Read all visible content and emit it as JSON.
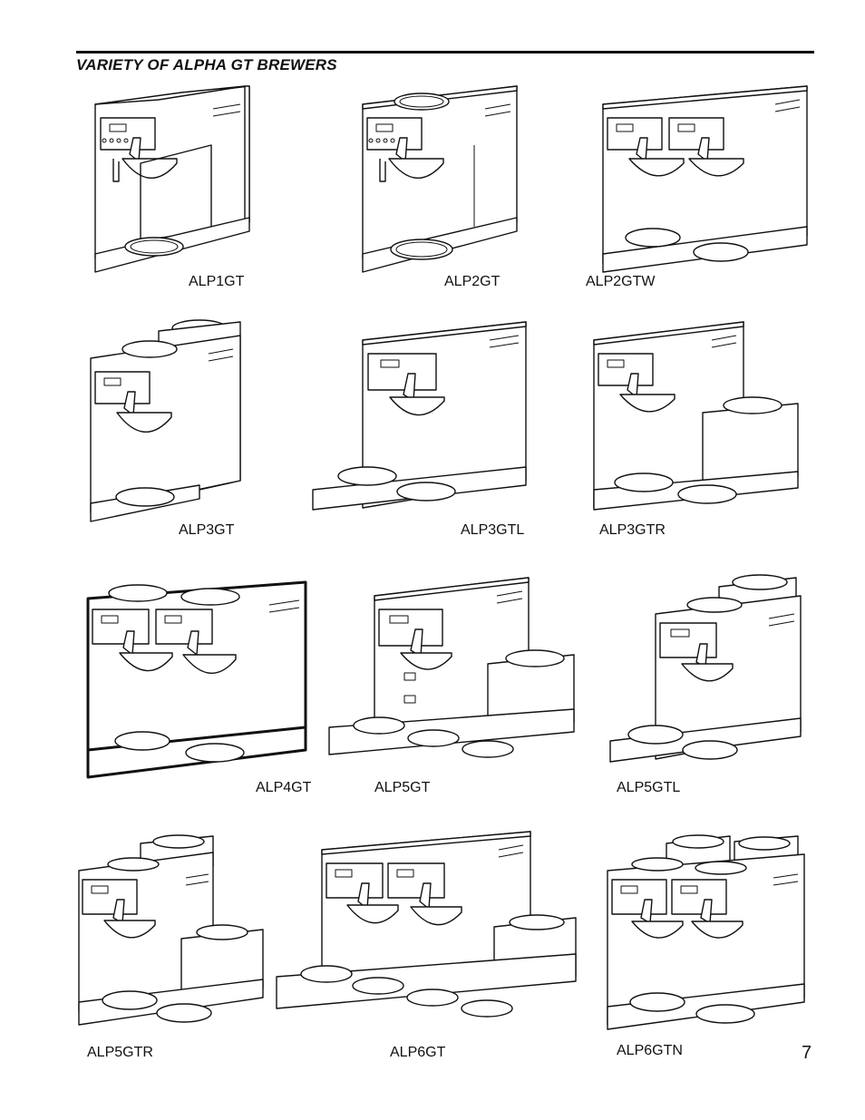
{
  "page": {
    "heading": "VARIETY OF ALPHA GT BREWERS",
    "page_number": "7"
  },
  "brewers": [
    {
      "model": "ALP1GT",
      "icon": "brewer-1-warmer-icon"
    },
    {
      "model": "ALP2GT",
      "icon": "brewer-2-warmer-icon"
    },
    {
      "model": "ALP2GTW",
      "icon": "brewer-twin-icon"
    },
    {
      "model": "ALP3GT",
      "icon": "brewer-3-warmer-icon"
    },
    {
      "model": "ALP3GTL",
      "icon": "brewer-3-warmer-low-icon"
    },
    {
      "model": "ALP3GTR",
      "icon": "brewer-3-warmer-right-icon"
    },
    {
      "model": "ALP4GT",
      "icon": "brewer-twin-4-warmer-icon"
    },
    {
      "model": "ALP5GT",
      "icon": "brewer-5-warmer-icon"
    },
    {
      "model": "ALP5GTL",
      "icon": "brewer-5-warmer-low-icon"
    },
    {
      "model": "ALP5GTR",
      "icon": "brewer-5-warmer-right-icon"
    },
    {
      "model": "ALP6GT",
      "icon": "brewer-twin-6-warmer-icon"
    },
    {
      "model": "ALP6GTN",
      "icon": "brewer-twin-6-warmer-n-icon"
    }
  ]
}
